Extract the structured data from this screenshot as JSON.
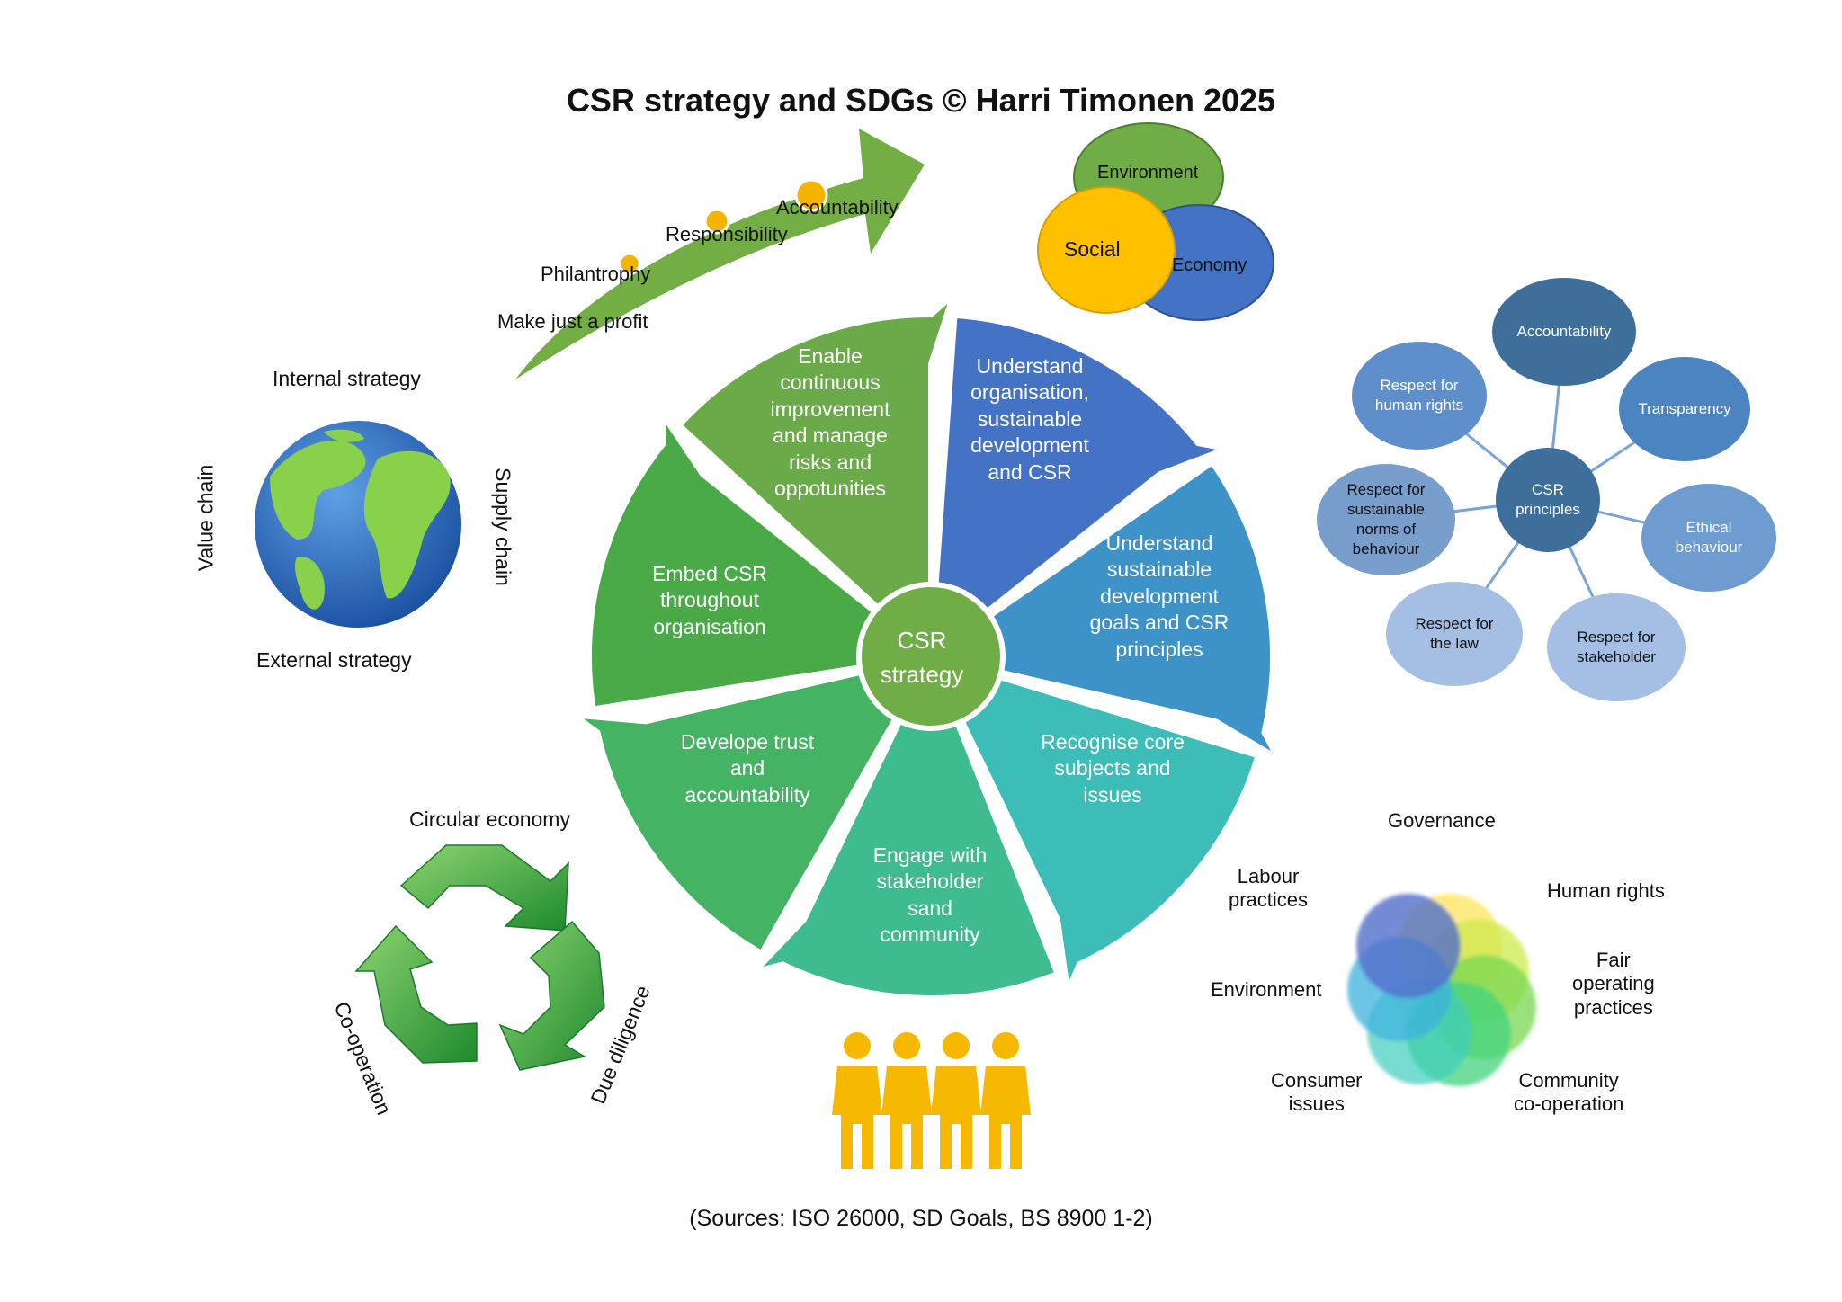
{
  "title": "CSR strategy and SDGs © Harri Timonen 2025",
  "source": "(Sources: ISO 26000, SD Goals, BS 8900 1-2)",
  "evolution_arrow": {
    "stages": [
      "Make just a profit",
      "Philantrophy",
      "Responsibility",
      "Accountability"
    ],
    "color": "#6aaa3a"
  },
  "pillars": {
    "environment": "Environment",
    "social": "Social",
    "economy": "Economy"
  },
  "globe": {
    "top": "Internal strategy",
    "bottom": "External strategy",
    "left": "Value chain",
    "right": "Supply chain"
  },
  "cycle": {
    "center": [
      "CSR",
      "strategy"
    ],
    "segments": [
      {
        "lines": [
          "Understand",
          "organisation,",
          "sustainable",
          "development",
          "and CSR"
        ],
        "color": "#4472c4"
      },
      {
        "lines": [
          "Understand",
          "sustainable",
          "development",
          "goals and CSR",
          "principles"
        ],
        "color": "#3d93c8"
      },
      {
        "lines": [
          "Recognise core",
          "subjects and",
          "issues"
        ],
        "color": "#3dbdb8"
      },
      {
        "lines": [
          "Engage with",
          "stakeholder",
          "sand",
          "community"
        ],
        "color": "#3fbb90"
      },
      {
        "lines": [
          "Develope trust",
          "and",
          "accountability"
        ],
        "color": "#44b464"
      },
      {
        "lines": [
          "Embed CSR",
          "throughout",
          "organisation"
        ],
        "color": "#4aaa48"
      },
      {
        "lines": [
          "Enable",
          "continuous",
          "improvement",
          "and manage",
          "risks and",
          "oppotunities"
        ],
        "color": "#6aaa48"
      }
    ]
  },
  "principles": {
    "center": [
      "CSR",
      "principles"
    ],
    "items": [
      {
        "lines": [
          "Accountability"
        ],
        "color": "#3e6f9a"
      },
      {
        "lines": [
          "Transparency"
        ],
        "color": "#4b84c0"
      },
      {
        "lines": [
          "Ethical",
          "behaviour"
        ],
        "color": "#6e9bd0"
      },
      {
        "lines": [
          "Respect for",
          "stakeholder"
        ],
        "color": "#a4bfe3"
      },
      {
        "lines": [
          "Respect for",
          "the law"
        ],
        "color": "#a4bfe3"
      },
      {
        "lines": [
          "Respect for",
          "sustainable",
          "norms of",
          "behaviour"
        ],
        "color": "#7a9ecb"
      },
      {
        "lines": [
          "Respect for",
          "human rights"
        ],
        "color": "#5f8fcb"
      }
    ]
  },
  "core_subjects": {
    "top": "Governance",
    "items": [
      "Labour\npractices",
      "Human rights",
      "Fair\noperating\npractices",
      "Environment",
      "Consumer\nissues",
      "Community\nco-operation"
    ]
  },
  "circular": {
    "title": "Circular economy",
    "left": "Co-operation",
    "right": "Due diligence"
  },
  "people_icon": {
    "name": "people-icon",
    "color": "#f6b800",
    "count": 4
  }
}
